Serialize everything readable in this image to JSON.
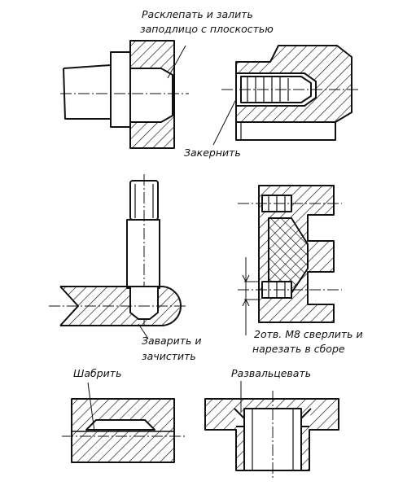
{
  "annotations": {
    "rivet_line1": "Расклепать и залить",
    "rivet_line2": "заподлицо с плоскостью",
    "punch": "Закернить",
    "weld_line1": "Заварить и",
    "weld_line2": "зачистить",
    "drill_line1": "2отв. М8 сверлить и",
    "drill_line2": "нарезать в сборе",
    "scrape": "Шабрить",
    "flare": "Развальцевать"
  }
}
